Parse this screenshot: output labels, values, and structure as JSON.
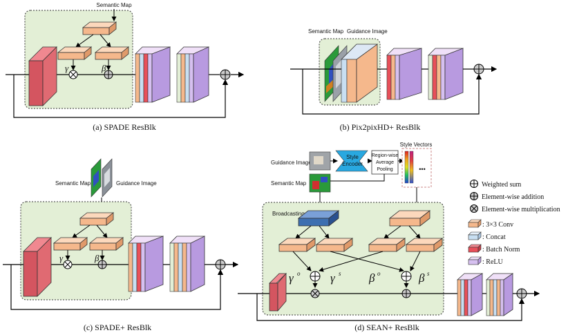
{
  "panels": {
    "a": {
      "caption": "(a) SPADE ResBlk",
      "semantic_map": "Semantic Map",
      "gamma": "γ",
      "beta": "β"
    },
    "b": {
      "caption": "(b) Pix2pixHD+ ResBlk",
      "semantic_map": "Semantic Map",
      "guidance_image": "Guidance Image"
    },
    "c": {
      "caption": "(c) SPADE+ ResBlk",
      "semantic_map": "Semantic Map",
      "guidance_image": "Guidance Image",
      "gamma": "γ",
      "beta": "β"
    },
    "d": {
      "caption": "(d) SEAN+ ResBlk",
      "guidance_image": "Guidance Image",
      "semantic_map": "Semantic Map",
      "style_encoder_line1": "Style",
      "style_encoder_line2": "Encoder",
      "pooling_line1": "Region-wise",
      "pooling_line2": "Average",
      "pooling_line3": "Pooling",
      "style_vectors": "Style Vectors",
      "broadcasting": "Broadcasting",
      "gamma_o": "γ",
      "gamma_o_sup": "o",
      "gamma_s": "γ",
      "gamma_s_sup": "s",
      "beta_o": "β",
      "beta_o_sup": "o",
      "beta_s": "β",
      "beta_s_sup": "s",
      "dots": "•••"
    }
  },
  "legend": [
    {
      "symbol": "⊕",
      "label": "Weighted sum",
      "kind": "weighted-sum"
    },
    {
      "symbol": "⊕",
      "label": "Element-wise addition",
      "kind": "add"
    },
    {
      "symbol": "⊗",
      "label": "Element-wise multiplication",
      "kind": "mult"
    },
    {
      "label": ": 3×3 Conv",
      "color": "#f5b88c"
    },
    {
      "label": ": Concat",
      "color": "#c8dff2"
    },
    {
      "label": ": Batch Norm",
      "color": "#e8505a"
    },
    {
      "label": ": ReLU",
      "color": "#d6c0f0"
    }
  ],
  "colors": {
    "conv": "#f5b88c",
    "concat": "#c8dff2",
    "bn": "#e05560",
    "relu": "#b89ae0",
    "green": "#e3efd6",
    "encoder": "#29a8e0",
    "bcast": "#3d6fb0"
  }
}
